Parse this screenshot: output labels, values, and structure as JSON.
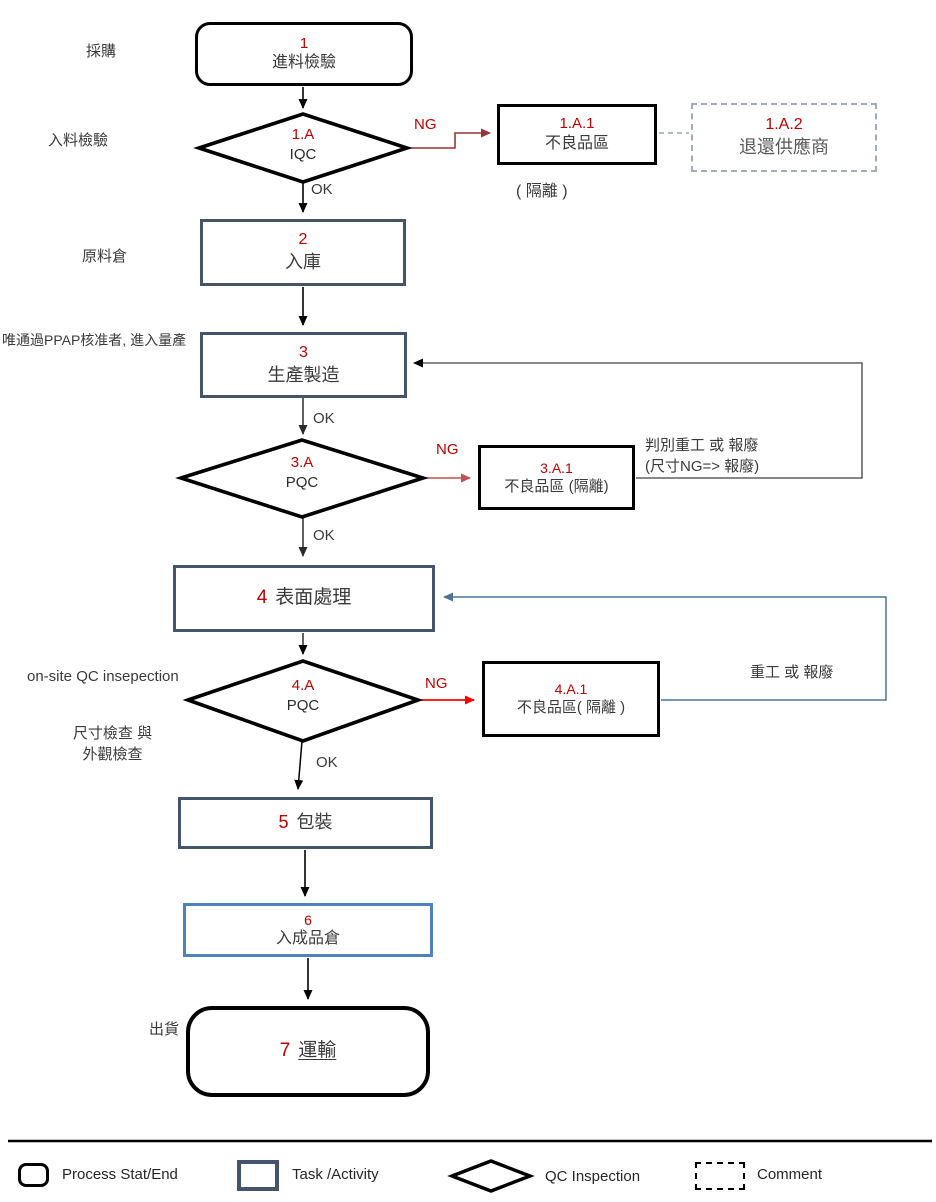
{
  "colors": {
    "accent_red": "#C00000",
    "task_border": "#44546A",
    "finished_goods_border": "#4F81BD",
    "loop_blue": "#4F7397",
    "ng_arrow_red": "#C0504D",
    "ng_arrow_bright": "#FF0000"
  },
  "side_labels": {
    "purchasing": "採購",
    "incoming_inspection": "入料檢驗",
    "raw_material_warehouse": "原料倉",
    "ppap_note": "唯通過PPAP核准者, 進入量產",
    "onsite_qc": "on-site QC insepection",
    "dim_check_line1": "尺寸檢查 與",
    "dim_check_line2": "外觀檢查",
    "shipping": "出貨"
  },
  "nodes": {
    "n1": {
      "num": "1",
      "label": "進料檢驗"
    },
    "d1a": {
      "num": "1.A",
      "label": "IQC"
    },
    "n1a1": {
      "num": "1.A.1",
      "label": "不良品區"
    },
    "n1a2": {
      "num": "1.A.2",
      "label": "退還供應商"
    },
    "n2": {
      "num": "2",
      "label": "入庫"
    },
    "n3": {
      "num": "3",
      "label": "生產製造"
    },
    "d3a": {
      "num": "3.A",
      "label": "PQC"
    },
    "n3a1": {
      "num": "3.A.1",
      "label": "不良品區 (隔離)"
    },
    "n4": {
      "num": "4",
      "label": "表面處理"
    },
    "d4a": {
      "num": "4.A",
      "label": "PQC"
    },
    "n4a1": {
      "num": "4.A.1",
      "label": "不良品區( 隔離 )"
    },
    "n5": {
      "num": "5",
      "label": "包裝"
    },
    "n6": {
      "num": "6",
      "label": "入成品倉"
    },
    "n7": {
      "num": "7",
      "label": "運輸"
    }
  },
  "notes": {
    "isolation": "( 隔離 )",
    "rework_decide_line1": "判別重工 或 報廢",
    "rework_decide_line2": "(尺寸NG=> 報廢)",
    "rework_or_scrap": "重工 或 報廢"
  },
  "edge_labels": {
    "ok": "OK",
    "ng": "NG"
  },
  "legend": {
    "process": "Process Stat/End",
    "task": "Task /Activity",
    "qc": "QC Inspection",
    "comment": "Comment"
  }
}
